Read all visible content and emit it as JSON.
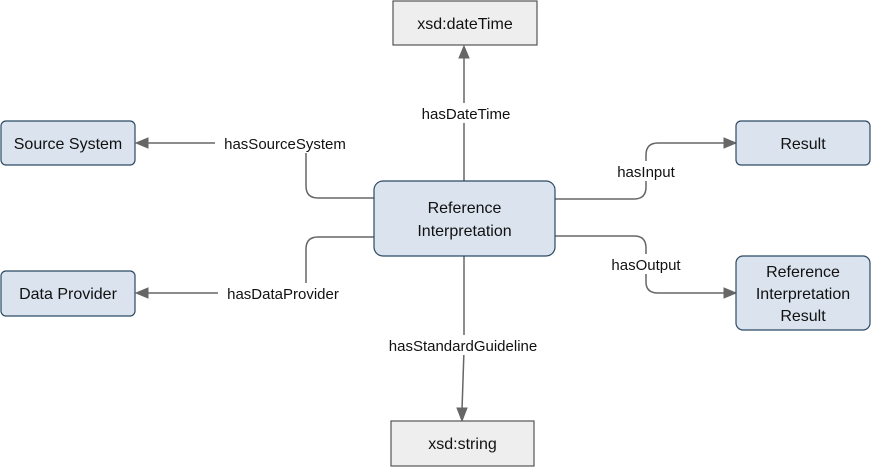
{
  "nodes": {
    "reference_interpretation": {
      "lines": [
        "Reference",
        "Interpretation"
      ]
    },
    "xsd_datetime": {
      "lines": [
        "xsd:dateTime"
      ]
    },
    "source_system": {
      "lines": [
        "Source System"
      ]
    },
    "result": {
      "lines": [
        "Result"
      ]
    },
    "data_provider": {
      "lines": [
        "Data Provider"
      ]
    },
    "reference_interpretation_result": {
      "lines": [
        "Reference",
        "Interpretation",
        "Result"
      ]
    },
    "xsd_string": {
      "lines": [
        "xsd:string"
      ]
    }
  },
  "edges": {
    "has_date_time": "hasDateTime",
    "has_source_system": "hasSourceSystem",
    "has_input": "hasInput",
    "has_output": "hasOutput",
    "has_data_provider": "hasDataProvider",
    "has_standard_guideline": "hasStandardGuideline"
  }
}
